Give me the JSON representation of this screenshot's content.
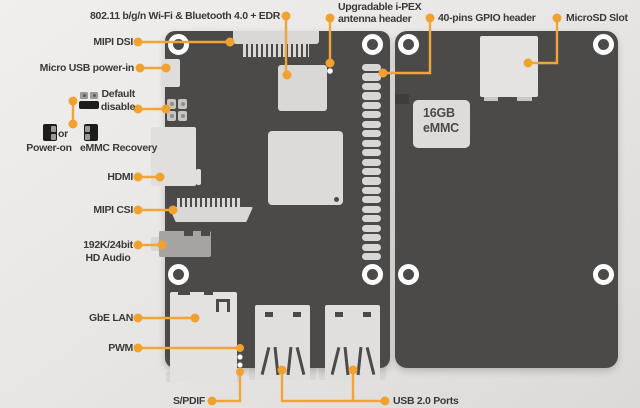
{
  "labels": {
    "wifi": "802.11 b/g/n Wi-Fi & Bluetooth 4.0 + EDR",
    "mipi_dsi": "MIPI DSI",
    "micro_usb": "Micro USB power-in",
    "default_disable_line1": "Default",
    "default_disable_line2": "disable",
    "power_on": "Power-on",
    "or": "or",
    "emmc_recovery": "eMMC Recovery",
    "hdmi": "HDMI",
    "mipi_csi": "MIPI CSI",
    "hd_audio_line1": "192K/24bit",
    "hd_audio_line2": "HD Audio",
    "gbe_lan": "GbE LAN",
    "pwm": "PWM",
    "spdif": "S/PDIF",
    "usb": "USB 2.0 Ports",
    "ipex_line1": "Upgradable i-PEX",
    "ipex_line2": "antenna header",
    "gpio": "40-pins GPIO header",
    "microsd": "MicroSD Slot"
  },
  "chip": {
    "line1": "16GB",
    "line2": "eMMC"
  },
  "colors": {
    "accent": "#F2A436",
    "board": "#4B4A49",
    "label_text": "#3B3A39"
  },
  "gpio_pin_count": 21
}
